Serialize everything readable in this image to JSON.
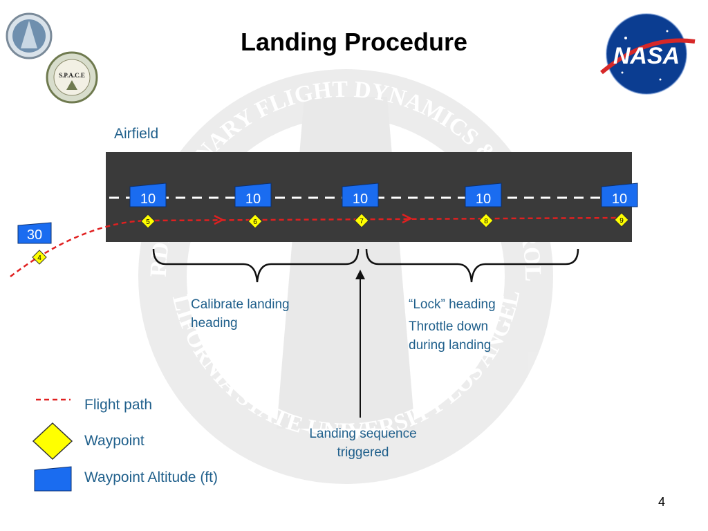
{
  "slide": {
    "title": "Landing Procedure",
    "page_number": "4"
  },
  "logos": {
    "left_top": "lab-logo",
    "left_second": {
      "name": "space-logo",
      "text": "S.P.A.C.E"
    },
    "right": {
      "name": "nasa-logo",
      "text": "NASA"
    }
  },
  "watermark": {
    "top_arc": "INTERDISCIPLINARY FLIGHT DYNAMICS & CONTROL LAB",
    "bottom_arc": "CALIFORNIA STATE UNIVERSITY LOS ANGELES"
  },
  "airfield": {
    "label": "Airfield"
  },
  "approach_altitude": "30",
  "altitude_markers": [
    "10",
    "10",
    "10",
    "10",
    "10"
  ],
  "waypoints": [
    "4",
    "5",
    "6",
    "7",
    "8",
    "9"
  ],
  "annotations": {
    "calibrate": [
      "Calibrate landing",
      "heading"
    ],
    "lock_heading": "“Lock” heading",
    "throttle": [
      "Throttle down",
      "during landing"
    ],
    "trigger": [
      "Landing sequence",
      "triggered"
    ]
  },
  "legend": {
    "flight_path": "Flight path",
    "waypoint": "Waypoint",
    "altitude": "Waypoint Altitude (ft)"
  },
  "colors": {
    "runway": "#3a3a3a",
    "flight_path": "#e02020",
    "waypoint_fill": "#ffff00",
    "altitude_fill": "#1a6cf0",
    "text_blue": "#1f5f8b"
  }
}
